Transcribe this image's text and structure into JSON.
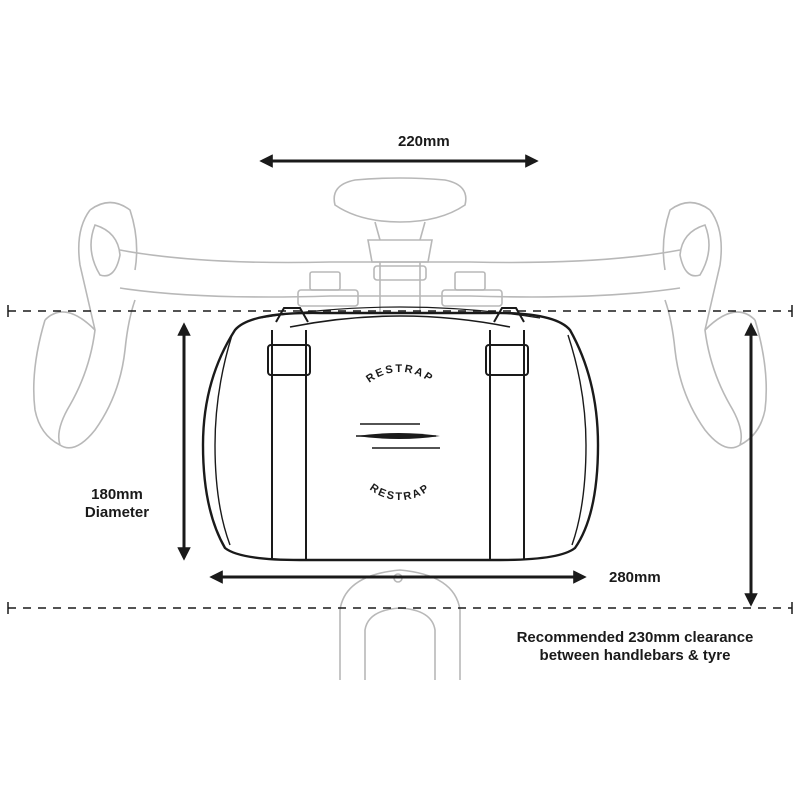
{
  "labels": {
    "width_top": "220mm",
    "diameter_line1": "180mm",
    "diameter_line2": "Diameter",
    "length": "280mm",
    "clearance_line1": "Recommended 230mm clearance",
    "clearance_line2": "between handlebars & tyre"
  },
  "logo": {
    "text_top": "RESTRAP",
    "text_bottom": "RESTRAP"
  },
  "colors": {
    "ink": "#1a1a1a",
    "ghost": "#b8b8b8",
    "background": "#ffffff"
  }
}
